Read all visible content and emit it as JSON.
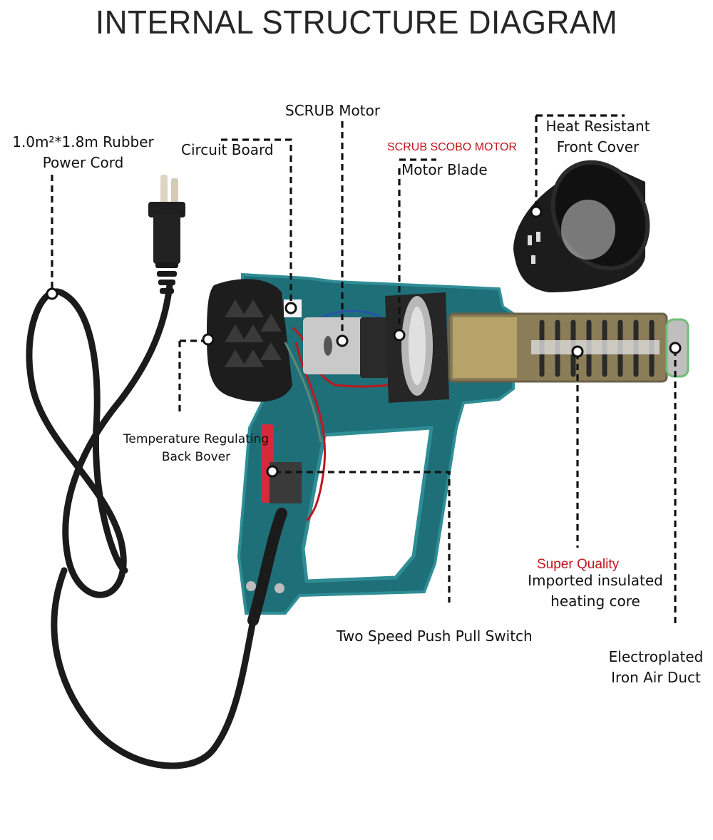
{
  "title": "INTERNAL STRUCTURE DIAGRAM",
  "labels": {
    "power_cord": [
      "1.0m²*1.8m Rubber",
      "Power Cord"
    ],
    "circuit_board": "Circuit Board",
    "scrub_motor": "SCRUB Motor",
    "scrub_scobo_motor": "SCRUB SCOBO MOTOR",
    "motor_blade": "Motor Blade",
    "front_cover": [
      "Heat Resistant",
      "Front Cover"
    ],
    "back_cover": [
      "Temperature Regulating",
      "Back Bover"
    ],
    "super_quality": "Super Quality",
    "heating_core": [
      "Imported insulated",
      "heating core"
    ],
    "switch": "Two Speed Push Pull Switch",
    "air_duct": [
      "Electroplated",
      "Iron Air Duct"
    ]
  },
  "colors": {
    "housing": "#1f6f78",
    "housing_edge": "#2f8d95",
    "black_part": "#1c1c1c",
    "accent_red": "#c0161c",
    "duct_gold": "#b5a36a",
    "motor_silver": "#c9c9c9"
  }
}
